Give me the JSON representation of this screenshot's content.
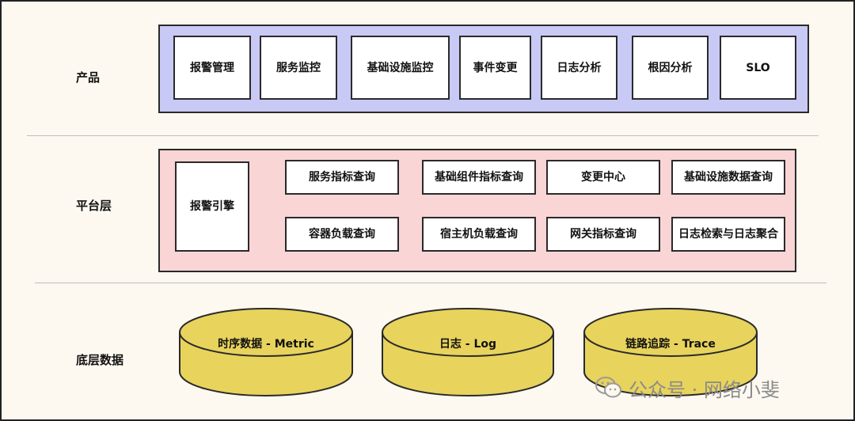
{
  "layers": {
    "product": "产品",
    "platform": "平台层",
    "data": "底层数据"
  },
  "product_items": [
    "报警管理",
    "服务监控",
    "基础设施监控",
    "事件变更",
    "日志分析",
    "根因分析",
    "SLO"
  ],
  "platform": {
    "engine": "报警引擎",
    "row1": [
      "服务指标查询",
      "基础组件指标查询",
      "变更中心",
      "基础设施数据查询"
    ],
    "row2": [
      "容器负载查询",
      "宿主机负载查询",
      "网关指标查询",
      "日志检索与日志聚合"
    ]
  },
  "data_sources": [
    "时序数据 - Metric",
    "日志 - Log",
    "链路追踪 - Trace"
  ],
  "watermark": "公众号 · 网络小斐",
  "colors": {
    "product_panel": "#c9c9f5",
    "platform_panel": "#f9d5d6",
    "cylinder": "#e8d35c",
    "background": "#fdf9f0"
  }
}
